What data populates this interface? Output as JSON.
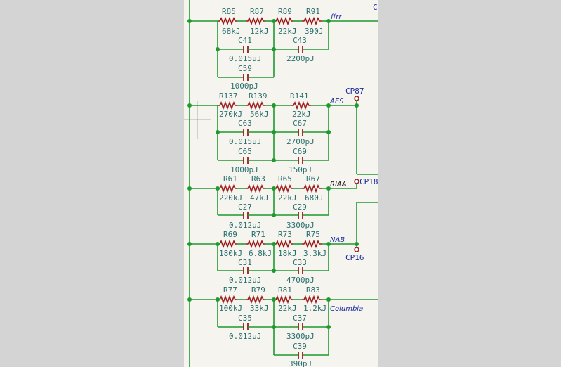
{
  "schematic": {
    "page_top_label": "C",
    "groups": [
      {
        "net": "ffrr",
        "resistors": [
          {
            "ref": "R85",
            "val": "68kJ"
          },
          {
            "ref": "R87",
            "val": "12kJ"
          },
          {
            "ref": "R89",
            "val": "22kJ"
          },
          {
            "ref": "R91",
            "val": "390J"
          }
        ],
        "caps": [
          {
            "ref": "C41",
            "val": "0.015uJ"
          },
          {
            "ref": "C43",
            "val": "2200pJ"
          },
          {
            "ref": "C59",
            "val": "1000pJ"
          }
        ]
      },
      {
        "net": "AES",
        "testpoint": "CP87",
        "resistors": [
          {
            "ref": "R137",
            "val": "270kJ"
          },
          {
            "ref": "R139",
            "val": "56kJ"
          },
          {
            "ref": "R141",
            "val": "22kJ"
          }
        ],
        "caps": [
          {
            "ref": "C63",
            "val": "0.015uJ"
          },
          {
            "ref": "C67",
            "val": "2700pJ"
          },
          {
            "ref": "C65",
            "val": "1000pJ"
          },
          {
            "ref": "C69",
            "val": "150pJ"
          }
        ]
      },
      {
        "net": "RIAA",
        "testpoint": "CP18",
        "resistors": [
          {
            "ref": "R61",
            "val": "220kJ"
          },
          {
            "ref": "R63",
            "val": "47kJ"
          },
          {
            "ref": "R65",
            "val": "22kJ"
          },
          {
            "ref": "R67",
            "val": "680J"
          }
        ],
        "caps": [
          {
            "ref": "C27",
            "val": "0.012uJ"
          },
          {
            "ref": "C29",
            "val": "3300pJ"
          }
        ]
      },
      {
        "net": "NAB",
        "testpoint": "CP16",
        "resistors": [
          {
            "ref": "R69",
            "val": "180kJ"
          },
          {
            "ref": "R71",
            "val": "6.8kJ"
          },
          {
            "ref": "R73",
            "val": "18kJ"
          },
          {
            "ref": "R75",
            "val": "3.3kJ"
          }
        ],
        "caps": [
          {
            "ref": "C31",
            "val": "0.012uJ"
          },
          {
            "ref": "C33",
            "val": "4700pJ"
          }
        ]
      },
      {
        "net": "Columbia",
        "resistors": [
          {
            "ref": "R77",
            "val": "100kJ"
          },
          {
            "ref": "R79",
            "val": "33kJ"
          },
          {
            "ref": "R81",
            "val": "22kJ"
          },
          {
            "ref": "R83",
            "val": "1.2kJ"
          }
        ],
        "caps": [
          {
            "ref": "C35",
            "val": "0.012uJ"
          },
          {
            "ref": "C37",
            "val": "3300pJ"
          },
          {
            "ref": "C39",
            "val": "390pJ"
          }
        ]
      }
    ]
  }
}
